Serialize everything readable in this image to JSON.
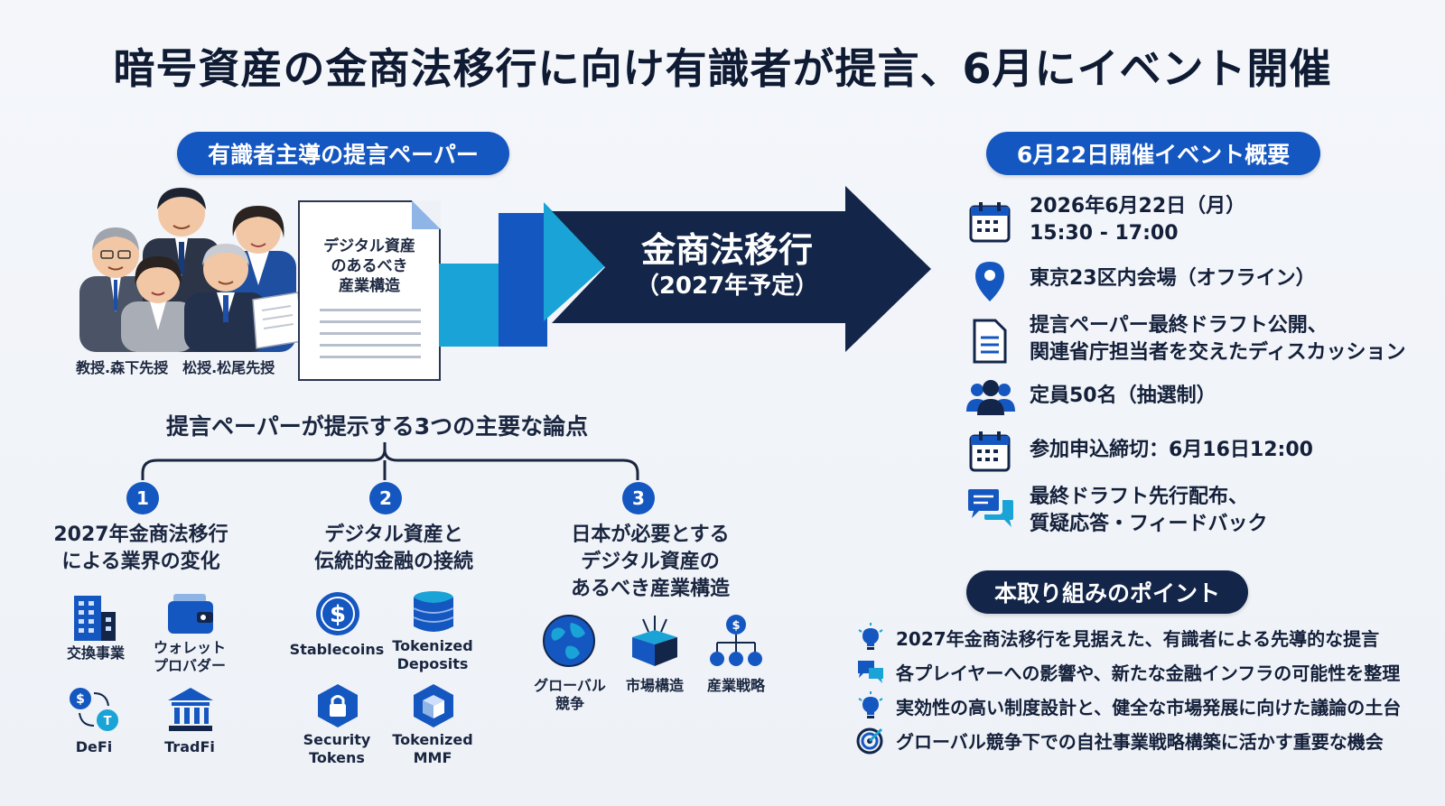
{
  "title": "暗号資産の金商法移行に向け有識者が提言、6月にイベント開催",
  "left_pill": "有識者主導の提言ペーパー",
  "document": {
    "line1": "デジタル資産",
    "line2": "のあるべき",
    "line3": "産業構造"
  },
  "people_label": "教授.森下先授　松授.松尾先授",
  "arrow": {
    "main": "金商法移行",
    "sub": "（2027年予定）"
  },
  "points_heading": "提言ペーパーが提示する3つの主要な論点",
  "points": [
    {
      "number": "1",
      "title": [
        "2027年金商法移行",
        "による業界の変化"
      ],
      "icons": [
        {
          "icon": "building-icon",
          "label": [
            "交換事業"
          ]
        },
        {
          "icon": "wallet-icon",
          "label": [
            "ウォレット",
            "プロバダー"
          ]
        },
        {
          "icon": "defi-exchange-icon",
          "label": [
            "DeFi"
          ]
        },
        {
          "icon": "bank-icon",
          "label": [
            "TradFi"
          ]
        }
      ]
    },
    {
      "number": "2",
      "title": [
        "デジタル資産と",
        "伝統的金融の接続"
      ],
      "icons": [
        {
          "icon": "dollar-coin-icon",
          "label": [
            "Stablecoins"
          ]
        },
        {
          "icon": "database-icon",
          "label": [
            "Tokenized",
            "Deposits"
          ]
        },
        {
          "icon": "lock-hexagon-icon",
          "label": [
            "Security",
            "Tokens"
          ]
        },
        {
          "icon": "cube-hexagon-icon",
          "label": [
            "Tokenized",
            "MMF"
          ]
        }
      ]
    },
    {
      "number": "3",
      "title": [
        "日本が必要とする",
        "デジタル資産の",
        "あるべき産業構造"
      ],
      "icons": [
        {
          "icon": "globe-icon",
          "label": [
            "グローバル",
            "競争"
          ]
        },
        {
          "icon": "open-box-icon",
          "label": [
            "市場構造"
          ]
        },
        {
          "icon": "hierarchy-icon",
          "label": [
            "産業戦略"
          ]
        }
      ]
    }
  ],
  "right_pill": "6月22日開催イベント概要",
  "event": [
    {
      "icon": "calendar-icon",
      "lines": [
        "2026年6月22日（月）",
        "15:30 - 17:00"
      ]
    },
    {
      "icon": "location-pin-icon",
      "lines": [
        "東京23区内会場（オフライン）"
      ]
    },
    {
      "icon": "document-icon",
      "lines": [
        "提言ペーパー最終ドラフト公開、",
        "関連省庁担当者を交えたディスカッション"
      ]
    },
    {
      "icon": "people-icon",
      "lines": [
        "定員50名（抽選制）"
      ]
    },
    {
      "icon": "calendar-icon",
      "lines": [
        "参加申込締切：6月16日12:00"
      ]
    },
    {
      "icon": "chat-icon",
      "lines": [
        "最終ドラフト先行配布、",
        "質疑応答・フィードバック"
      ]
    }
  ],
  "points_pill": "本取り組みのポイント",
  "bullets": [
    {
      "icon": "lightbulb-icon",
      "text": "2027年金商法移行を見据えた、有識者による先導的な提言"
    },
    {
      "icon": "chat-icon",
      "text": "各プレイヤーへの影響や、新たな金融インフラの可能性を整理"
    },
    {
      "icon": "lightbulb-icon",
      "text": "実効性の高い制度設計と、健全な市場発展に向けた議論の土台"
    },
    {
      "icon": "target-icon",
      "text": "グローバル競争下での自社事業戦略構築に活かす重要な機会"
    }
  ],
  "colors": {
    "primary": "#1557c0",
    "navy": "#13264a",
    "cyan": "#1aa3d6",
    "background": "#eef2f7"
  }
}
